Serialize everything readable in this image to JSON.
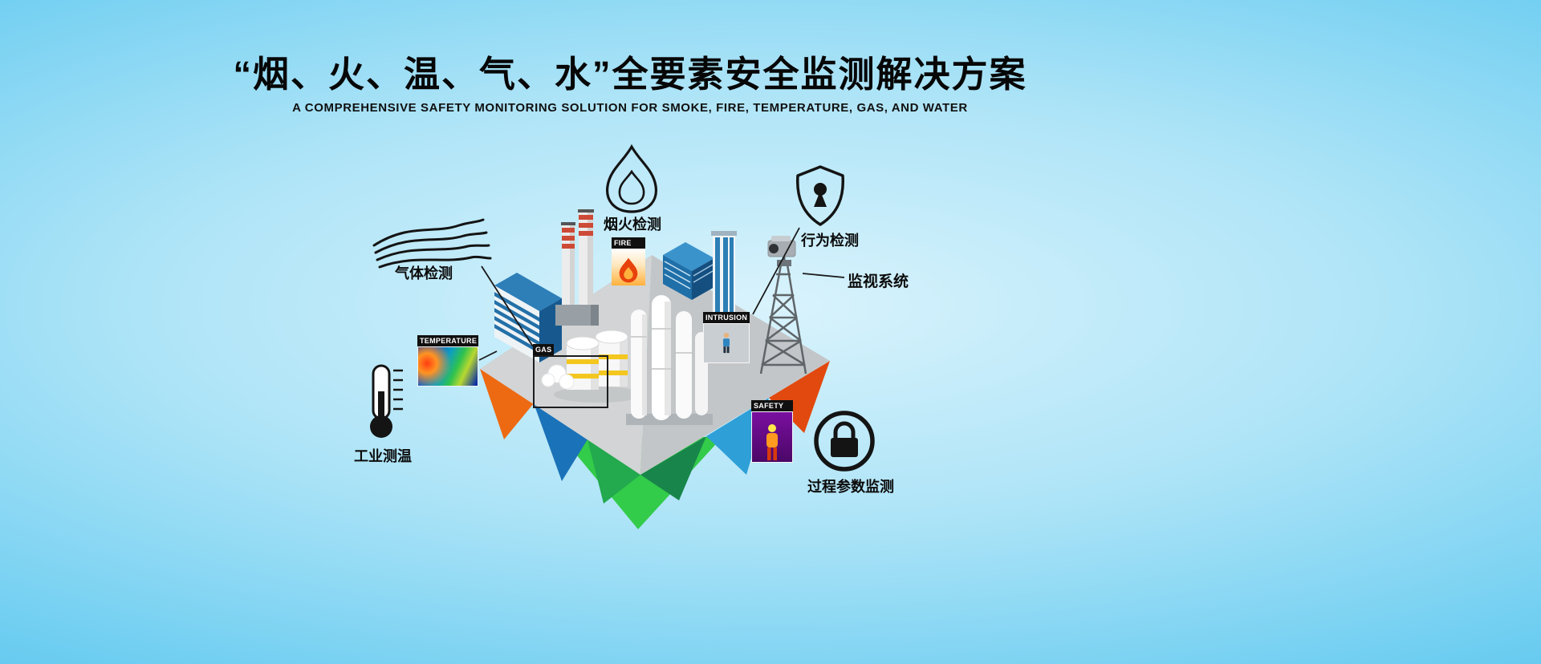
{
  "hero": {
    "title": "“烟、火、温、气、水”全要素安全监测解决方案",
    "subtitle": "A COMPREHENSIVE SAFETY MONITORING SOLUTION FOR SMOKE, FIRE, TEMPERATURE, GAS, AND WATER"
  },
  "callouts": {
    "gas": {
      "label": "气体检测",
      "icon": "smoke-waves-icon"
    },
    "smoke_fire": {
      "label": "烟火检测",
      "icon": "flame-icon"
    },
    "behavior": {
      "label": "行为检测",
      "icon": "shield-keyhole-icon"
    },
    "surveillance": {
      "label": "监视系统",
      "icon": "cctv-camera-tower"
    },
    "industrial_temp": {
      "label": "工业测温",
      "icon": "thermometer-icon"
    },
    "process_params": {
      "label": "过程参数监测",
      "icon": "padlock-icon"
    }
  },
  "scene_badges": {
    "temperature": {
      "label": "TEMPERATURE"
    },
    "fire": {
      "label": "FIRE"
    },
    "gas": {
      "label": "GAS"
    },
    "intrusion": {
      "label": "INTRUSION"
    },
    "safety": {
      "label": "SAFETY"
    }
  },
  "colors": {
    "background_edge": "#35b2e6",
    "background_center": "#d9f3fc",
    "text": "#0b0b0b",
    "badge_bar": "#101010",
    "platform_gray": "#c9cbcc",
    "facet_orange": "#ed6a12",
    "facet_red": "#e2490f",
    "facet_blue_dark": "#1a72b8",
    "facet_blue_light": "#2f9fd8",
    "facet_green_bright": "#33cb4a",
    "facet_green_dark": "#18864a",
    "tank_ring_yellow": "#f3c71f",
    "chimney_stripe_red": "#cd4a36"
  }
}
